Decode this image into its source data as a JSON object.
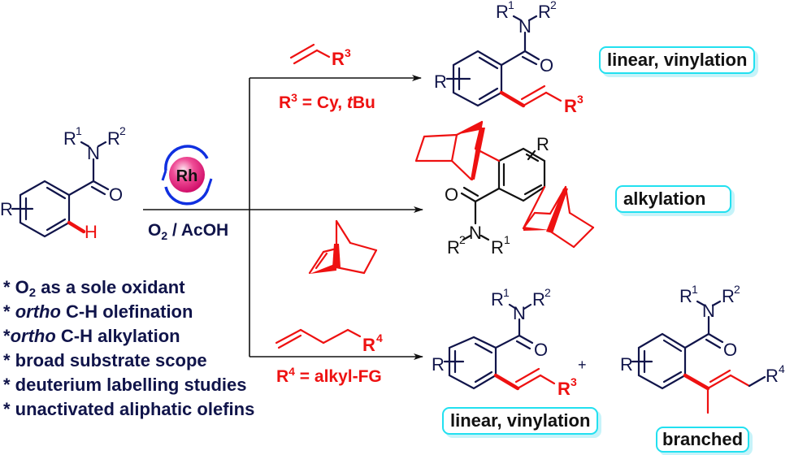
{
  "colors": {
    "structure": "#10144a",
    "highlight": "#ee1111",
    "label_border": "#22e0f0",
    "catalyst_fill": "#e8187a",
    "catalyst_ring": "#1030e0"
  },
  "starting_material": {
    "n_sub_left": "R",
    "n_sub_left_sup": "1",
    "n_sub_right": "R",
    "n_sub_right_sup": "2",
    "nitrogen": "N",
    "oxygen": "O",
    "ring_sub": "R",
    "ortho_h": "H"
  },
  "catalyst": {
    "metal": "Rh",
    "conditions_main": "O",
    "conditions_sub": "2",
    "conditions_rest": " / AcOH"
  },
  "routes": [
    {
      "reagent_sub": "R",
      "reagent_sup": "3",
      "definition_prefix": "R",
      "definition_sup": "3",
      "definition_text": " = Cy, ",
      "definition_italic": "t",
      "definition_end": "Bu",
      "product_labels": [
        "linear, vinylation"
      ]
    },
    {
      "reagent": "norbornene",
      "product_labels": [
        "alkylation"
      ]
    },
    {
      "reagent_sub": "R",
      "reagent_sup": "4",
      "definition_prefix": "R",
      "definition_sup": "4",
      "definition_text": " = alkyl-FG",
      "product_labels": [
        "linear, vinylation",
        "branched"
      ],
      "plus": "+"
    }
  ],
  "products": {
    "p1": {
      "r1": "R",
      "r1_sup": "1",
      "r2": "R",
      "r2_sup": "2",
      "n": "N",
      "o": "O",
      "ring": "R",
      "alkene_sub": "R",
      "alkene_sup": "3"
    },
    "p2": {
      "r1": "R",
      "r1_sup": "1",
      "r2": "R",
      "r2_sup": "2",
      "n": "N",
      "o": "O",
      "ring": "R"
    },
    "p3": {
      "r1": "R",
      "r1_sup": "1",
      "r2": "R",
      "r2_sup": "2",
      "n": "N",
      "o": "O",
      "ring": "R",
      "alkene_sub": "R",
      "alkene_sup": "3"
    },
    "p4": {
      "r1": "R",
      "r1_sup": "1",
      "r2": "R",
      "r2_sup": "2",
      "n": "N",
      "o": "O",
      "ring": "R",
      "alkene_sub": "R",
      "alkene_sup": "4"
    }
  },
  "features": [
    {
      "pre": "* O",
      "sub": "2",
      "post": " as a sole oxidant"
    },
    {
      "pre": " * ",
      "italic": "ortho",
      "post": " C-H olefination"
    },
    {
      "pre": "*",
      "italic": "ortho",
      "post": " C-H alkylation"
    },
    {
      "pre": "* broad substrate scope"
    },
    {
      "pre": "* deuterium labelling studies"
    },
    {
      "pre": "* unactivated aliphatic olefins"
    }
  ]
}
